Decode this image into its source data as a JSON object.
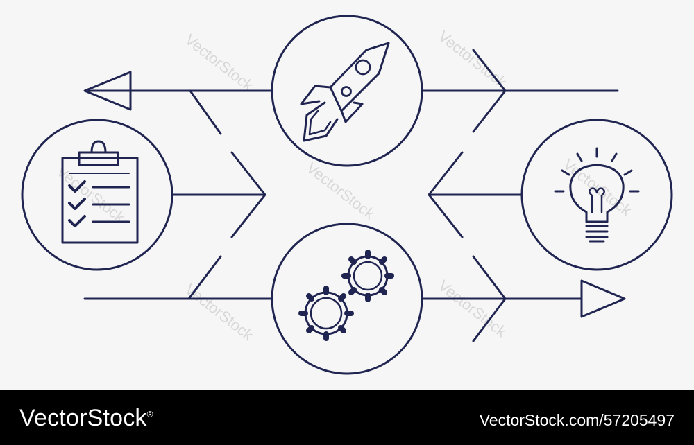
{
  "colors": {
    "ink": "#1f2450",
    "background": "#f6f6f6",
    "footer_bg": "#000000",
    "footer_text": "#ffffff",
    "watermark": "#d8d8d8"
  },
  "icons": {
    "top": "rocket-icon",
    "left": "clipboard-checklist-icon",
    "bottom": "gears-icon",
    "right": "lightbulb-icon"
  },
  "watermark": "VectorStock",
  "footer": {
    "brand": "VectorStock",
    "brand_mark": "®",
    "image_id": "VectorStock.com/57205497"
  }
}
